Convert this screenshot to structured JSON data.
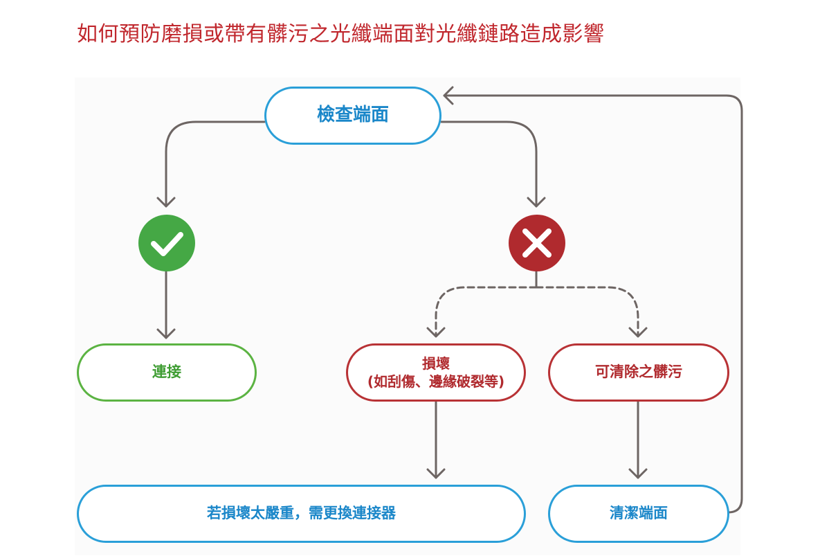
{
  "title": "如何預防磨損或帶有髒污之光纖端面對光纖鏈路造成影響",
  "nodes": {
    "inspect": "檢查端面",
    "connect": "連接",
    "damaged_line1": "損壞",
    "damaged_line2": "(如刮傷、邊緣破裂等)",
    "dirty": "可清除之髒污",
    "replace": "若損壞太嚴重，需更換連接器",
    "clean": "清潔端面"
  },
  "colors": {
    "title": "#c0272d",
    "blue": "#2a9fd8",
    "green": "#5bb342",
    "red": "#b83235",
    "arrow": "#6d6563"
  },
  "icons": {
    "pass": "check-icon",
    "fail": "x-icon"
  }
}
